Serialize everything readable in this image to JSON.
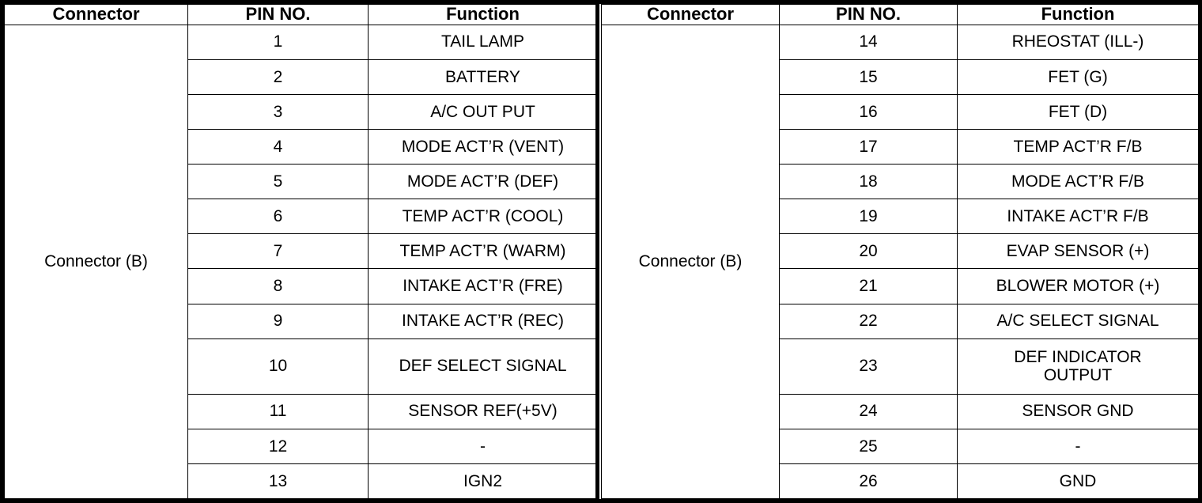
{
  "document": {
    "type": "connector-pin-assignment-table",
    "tables": [
      {
        "id": "left",
        "headers": [
          "Connector",
          "PIN NO.",
          "Function"
        ],
        "connector_label": "Connector (B)",
        "rows": [
          {
            "pin": "1",
            "function": "TAIL LAMP"
          },
          {
            "pin": "2",
            "function": "BATTERY"
          },
          {
            "pin": "3",
            "function": "A/C OUT PUT"
          },
          {
            "pin": "4",
            "function": "MODE ACT’R (VENT)"
          },
          {
            "pin": "5",
            "function": "MODE ACT’R (DEF)"
          },
          {
            "pin": "6",
            "function": "TEMP ACT’R (COOL)"
          },
          {
            "pin": "7",
            "function": "TEMP ACT’R (WARM)"
          },
          {
            "pin": "8",
            "function": "INTAKE ACT’R (FRE)"
          },
          {
            "pin": "9",
            "function": "INTAKE ACT’R (REC)"
          },
          {
            "pin": "10",
            "function": "DEF SELECT SIGNAL",
            "tall": true
          },
          {
            "pin": "11",
            "function": "SENSOR REF(+5V)"
          },
          {
            "pin": "12",
            "function": "-"
          },
          {
            "pin": "13",
            "function": "IGN2"
          }
        ]
      },
      {
        "id": "right",
        "headers": [
          "Connector",
          "PIN NO.",
          "Function"
        ],
        "connector_label": "Connector (B)",
        "rows": [
          {
            "pin": "14",
            "function": "RHEOSTAT (ILL-)"
          },
          {
            "pin": "15",
            "function": "FET (G)"
          },
          {
            "pin": "16",
            "function": "FET (D)"
          },
          {
            "pin": "17",
            "function": "TEMP ACT’R F/B"
          },
          {
            "pin": "18",
            "function": "MODE ACT’R F/B"
          },
          {
            "pin": "19",
            "function": "INTAKE ACT’R F/B"
          },
          {
            "pin": "20",
            "function": "EVAP SENSOR (+)"
          },
          {
            "pin": "21",
            "function": "BLOWER MOTOR (+)"
          },
          {
            "pin": "22",
            "function": "A/C SELECT SIGNAL"
          },
          {
            "pin": "23",
            "function_line1": "DEF INDICATOR",
            "function_line2": "OUTPUT",
            "tall": true
          },
          {
            "pin": "24",
            "function": "SENSOR GND"
          },
          {
            "pin": "25",
            "function": "-"
          },
          {
            "pin": "26",
            "function": "GND"
          }
        ]
      }
    ],
    "colors": {
      "border": "#000000",
      "background": "#ffffff",
      "text": "#000000"
    }
  }
}
